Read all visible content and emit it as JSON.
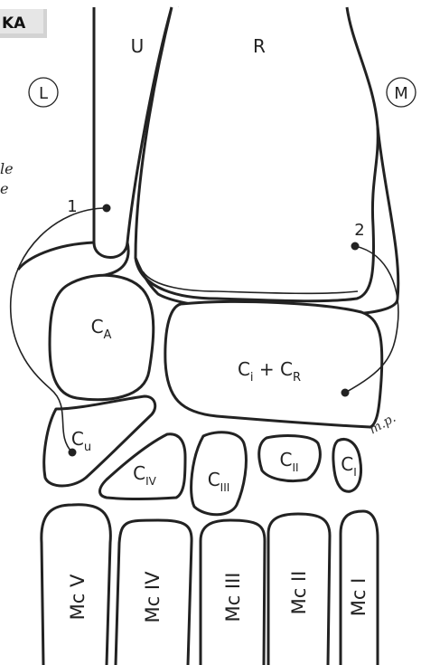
{
  "tag": {
    "text": "KA"
  },
  "margin_note": {
    "line1": "le",
    "line2": "e"
  },
  "bones": {
    "ulna": "U",
    "radius": "R",
    "lateral": "L",
    "medial": "M",
    "c_a": {
      "base": "C",
      "sub": "A"
    },
    "c_ir": {
      "base1": "C",
      "sub1": "i",
      "plus": " + ",
      "base2": "C",
      "sub2": "R"
    },
    "c_u": {
      "base": "C",
      "sub": "u"
    },
    "c_iv": {
      "base": "C",
      "sub": "IV"
    },
    "c_iii": {
      "base": "C",
      "sub": "III"
    },
    "c_ii": {
      "base": "C",
      "sub": "II"
    },
    "c_i": {
      "base": "C",
      "sub": "I"
    },
    "mc_v": "Mc V",
    "mc_iv": "Mc IV",
    "mc_iii": "Mc III",
    "mc_ii": "Mc II",
    "mc_i": "Mc I"
  },
  "markers": {
    "one": "1",
    "two": "2"
  },
  "signature": "m.p."
}
